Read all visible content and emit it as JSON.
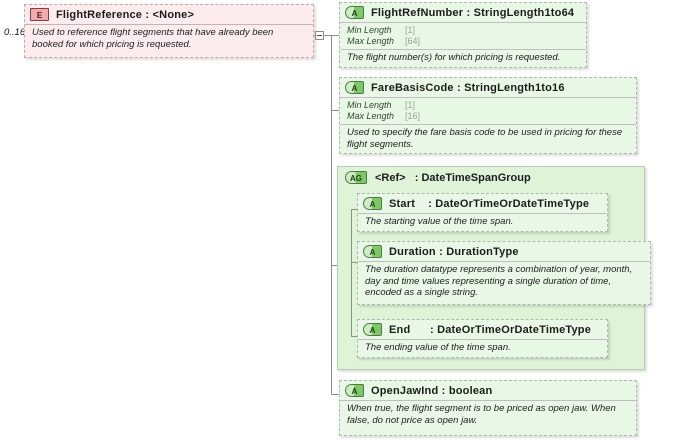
{
  "diagram": {
    "cardinality": "0..16",
    "root": {
      "badge": "E",
      "badge_name": "element-badge",
      "name": "FlightReference",
      "separator": ":",
      "type": "<None>",
      "annotation": "Used to reference flight segments that have already been booked for which pricing is requested."
    },
    "toggle_icon": "collapse-minus-icon",
    "children": [
      {
        "badge": "A",
        "badge_name": "attribute-badge",
        "name": "FlightRefNumber",
        "separator": ":",
        "type": "StringLength1to64",
        "facets": [
          {
            "label": "Min Length",
            "value": "[1]"
          },
          {
            "label": "Max Length",
            "value": "[64]"
          }
        ],
        "annotation": "The flight number(s) for which pricing is requested."
      },
      {
        "badge": "A",
        "badge_name": "attribute-badge",
        "name": "FareBasisCode",
        "separator": ":",
        "type": "StringLength1to16",
        "facets": [
          {
            "label": "Min Length",
            "value": "[1]"
          },
          {
            "label": "Max Length",
            "value": "[16]"
          }
        ],
        "annotation": "Used to specify the fare basis code to be used in pricing for these flight segments."
      },
      {
        "badge": "A",
        "badge_name": "attribute-badge",
        "name": "OpenJawInd",
        "separator": ":",
        "type": "boolean",
        "facets": [],
        "annotation": "When true, the flight segment is to be priced as open jaw.  When false, do not price as open jaw."
      }
    ],
    "group": {
      "badge": "AG",
      "badge_name": "attribute-group-badge",
      "name": "<Ref>",
      "separator": ":",
      "type": "DateTimeSpanGroup",
      "members": [
        {
          "badge": "A",
          "badge_name": "attribute-badge",
          "name": "Start",
          "separator": ":",
          "type": "DateOrTimeOrDateTimeType",
          "annotation": "The starting value of the time span."
        },
        {
          "badge": "A",
          "badge_name": "attribute-badge",
          "name": "Duration",
          "separator": ":",
          "type": "DurationType",
          "annotation": "The duration datatype represents a combination of year, month, day and time values representing a single duration of time, encoded as a single string."
        },
        {
          "badge": "A",
          "badge_name": "attribute-badge",
          "name": "End",
          "separator": ":",
          "type": "DateOrTimeOrDateTimeType",
          "annotation": "The ending value of the time span."
        }
      ]
    },
    "colors": {
      "element_fill": "#fdeced",
      "attribute_fill": "#e9f8e6",
      "group_fill": "#dff3d8",
      "connector": "#8c8c8c"
    }
  }
}
